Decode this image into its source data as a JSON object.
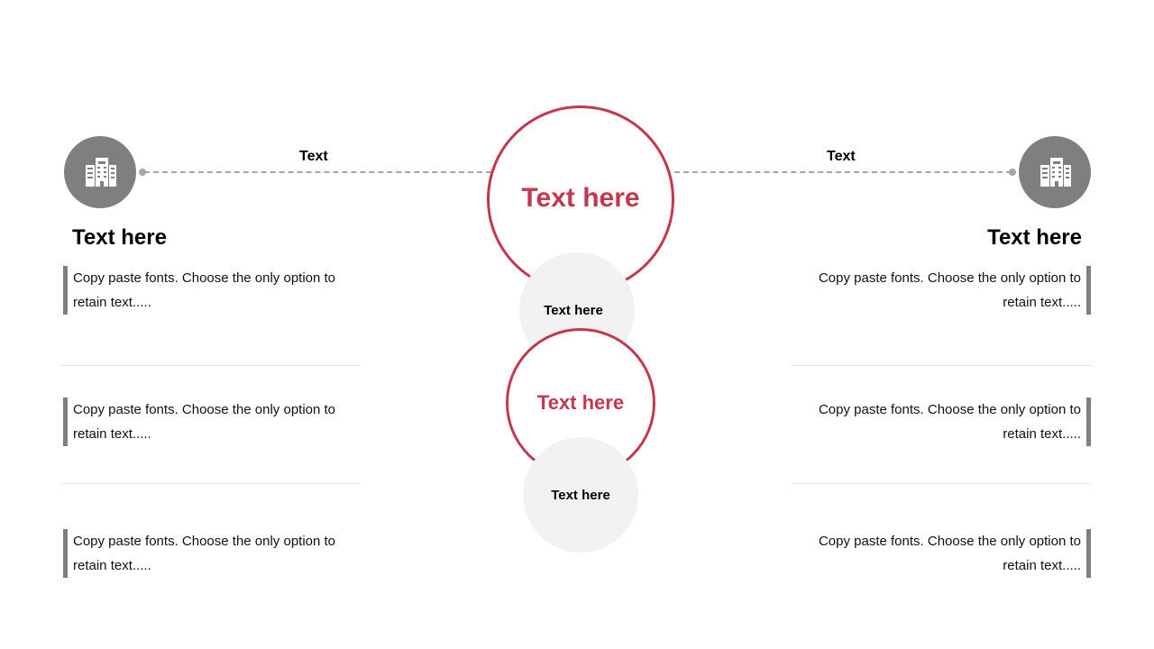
{
  "left": {
    "connector_label": "Text",
    "title": "Text here",
    "items": [
      "Copy paste fonts. Choose the only option to retain text.....",
      "Copy paste fonts. Choose the only option to retain text.....",
      "Copy paste fonts. Choose the only option to retain text....."
    ],
    "icon": "building-icon"
  },
  "right": {
    "connector_label": "Text",
    "title": "Text here",
    "items": [
      "Copy paste fonts. Choose the only option to retain text.....",
      "Copy paste fonts. Choose the only option to retain text.....",
      "Copy paste fonts. Choose the only option to retain text....."
    ],
    "icon": "building-icon"
  },
  "center": {
    "top_ring_label": "Text here",
    "top_disc_label": "Text here",
    "bottom_ring_label": "Text here",
    "bottom_disc_label": "Text here"
  },
  "colors": {
    "accent": "#c0394f",
    "icon_bg": "#7f7f7f",
    "disc_bg": "#f2f2f2",
    "connector": "#a6a6a6"
  }
}
